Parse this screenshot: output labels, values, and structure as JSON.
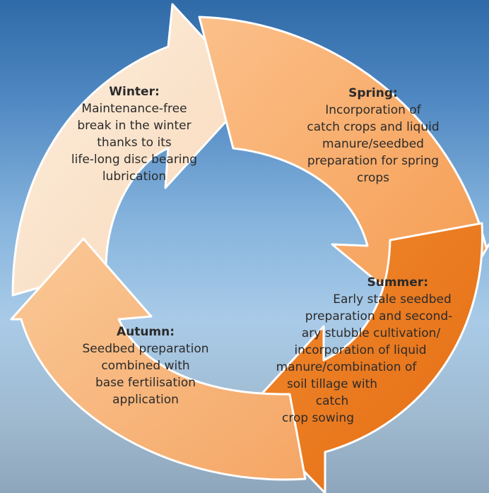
{
  "colors": {
    "winter": "#fbe3cc",
    "spring": "#f7a865",
    "summer": "#ec7a1e",
    "autumn": "#f8b780",
    "text": "#2b2b2b"
  },
  "segments": {
    "winter": {
      "title": "Winter:",
      "body": "Maintenance-free\nbreak in the winter\nthanks to its\nlife-long disc bearing\nlubrication"
    },
    "spring": {
      "title": "Spring:",
      "body": "Incorporation of\ncatch crops and liquid\nmanure/seedbed\npreparation for spring\ncrops"
    },
    "summer": {
      "title": "Summer:",
      "lines": [
        "Early stale seedbed",
        "preparation and second-",
        "ary stubble cultivation/",
        "incorporation of liquid",
        "manure/combination of",
        "soil tillage with catch",
        "crop sowing"
      ]
    },
    "autumn": {
      "title": "Autumn:",
      "body": "Seedbed preparation\ncombined with\nbase fertilisation\napplication"
    }
  }
}
